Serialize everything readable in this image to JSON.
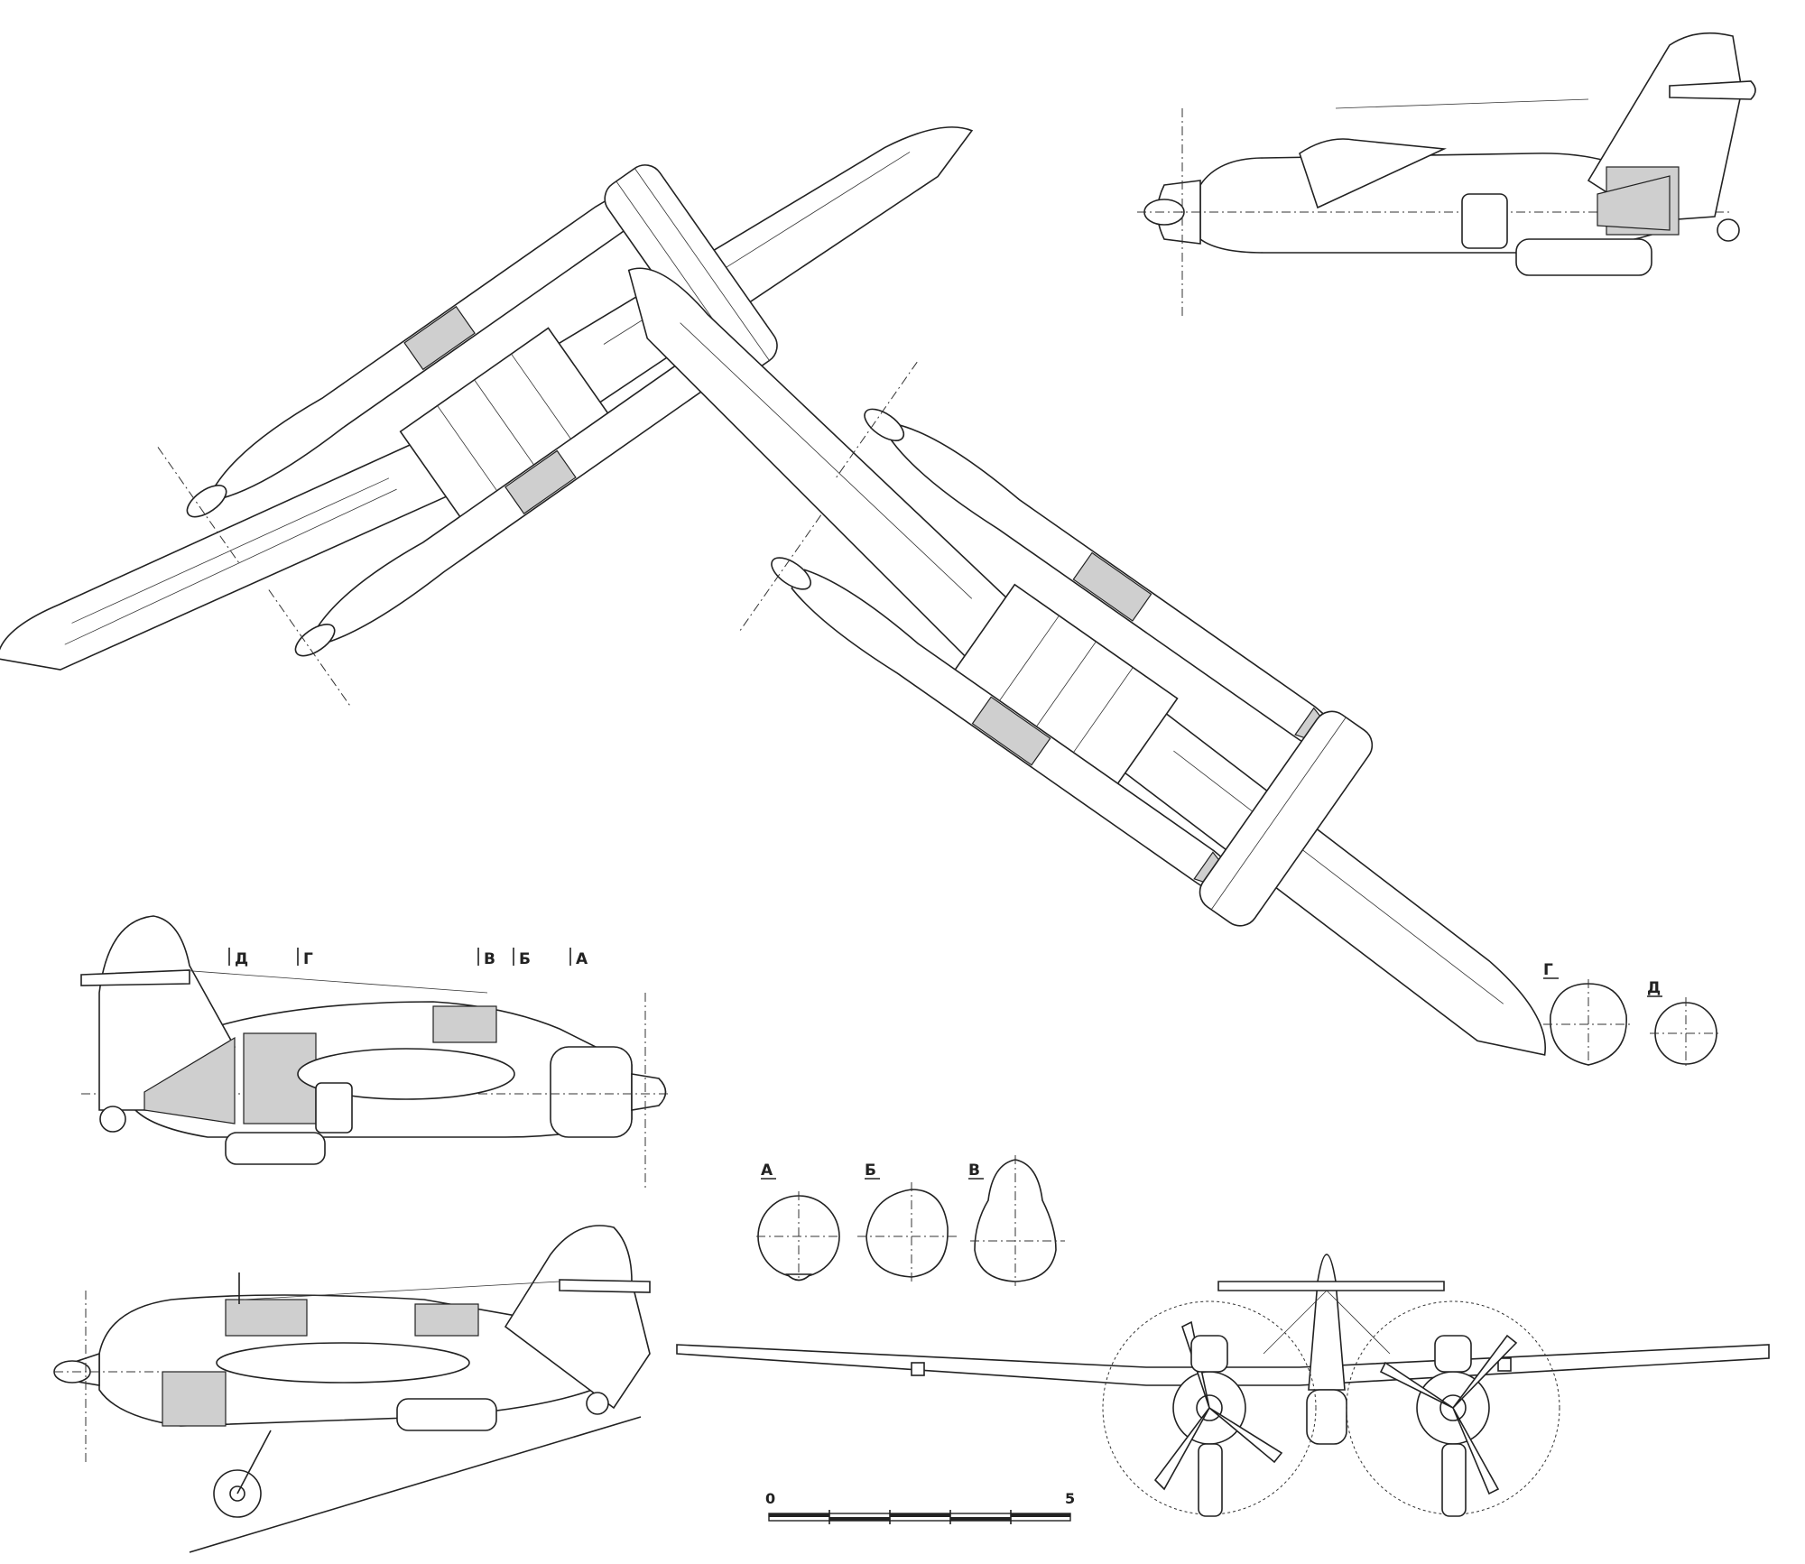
{
  "sections": {
    "side_markers": [
      "Д",
      "Г",
      "В",
      "Б",
      "А"
    ],
    "cross_sections": [
      {
        "key": "А",
        "label": "А"
      },
      {
        "key": "Б",
        "label": "Б"
      },
      {
        "key": "В",
        "label": "В"
      },
      {
        "key": "Г",
        "label": "Г"
      },
      {
        "key": "Д",
        "label": "Д"
      }
    ]
  },
  "scale_bar": {
    "start_label": "0",
    "end_label": "5",
    "segments": 5
  },
  "colors": {
    "line": "#222222",
    "glazing": "#cfcfcf",
    "paper": "#ffffff"
  }
}
